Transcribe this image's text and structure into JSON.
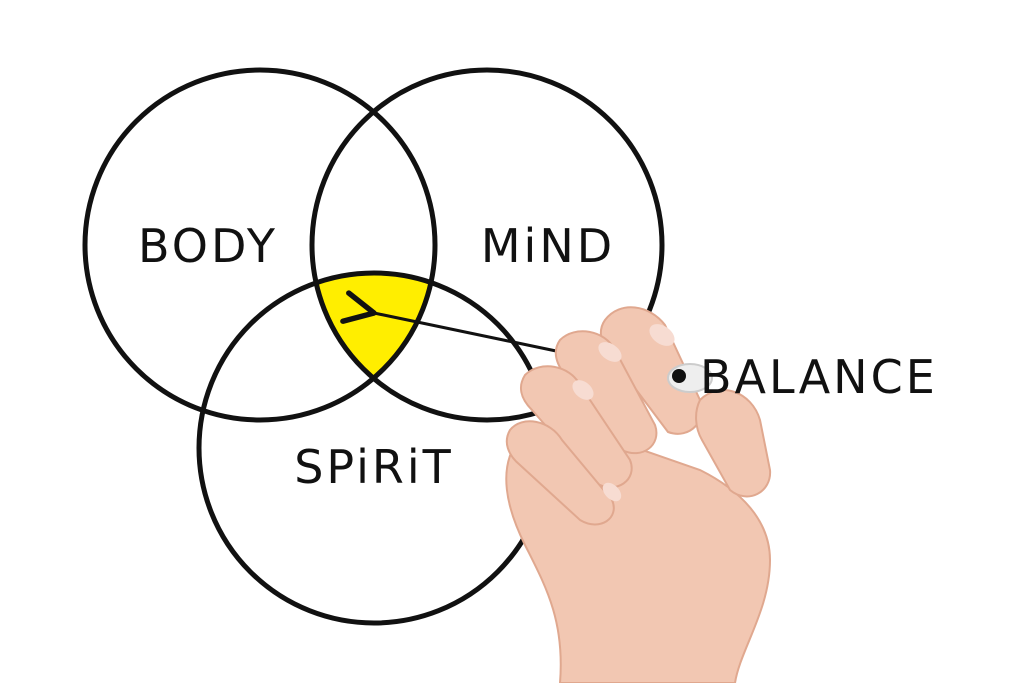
{
  "diagram": {
    "sets": [
      {
        "id": "body",
        "label": "BODY"
      },
      {
        "id": "mind",
        "label": "MiND"
      },
      {
        "id": "spirit",
        "label": "SPiRiT"
      }
    ],
    "intersection": {
      "label": "BALANCE",
      "sets": [
        "body",
        "mind",
        "spirit"
      ]
    }
  },
  "colors": {
    "stroke": "#111111",
    "highlight": "#ffee00",
    "background": "#ffffff",
    "skin": "#f2c7b2",
    "skin_shadow": "#e0a88f",
    "nail": "#f7dcd2"
  },
  "icons": {
    "hand": "hand-holding-marker-icon",
    "marker": "marker-tip-icon"
  }
}
